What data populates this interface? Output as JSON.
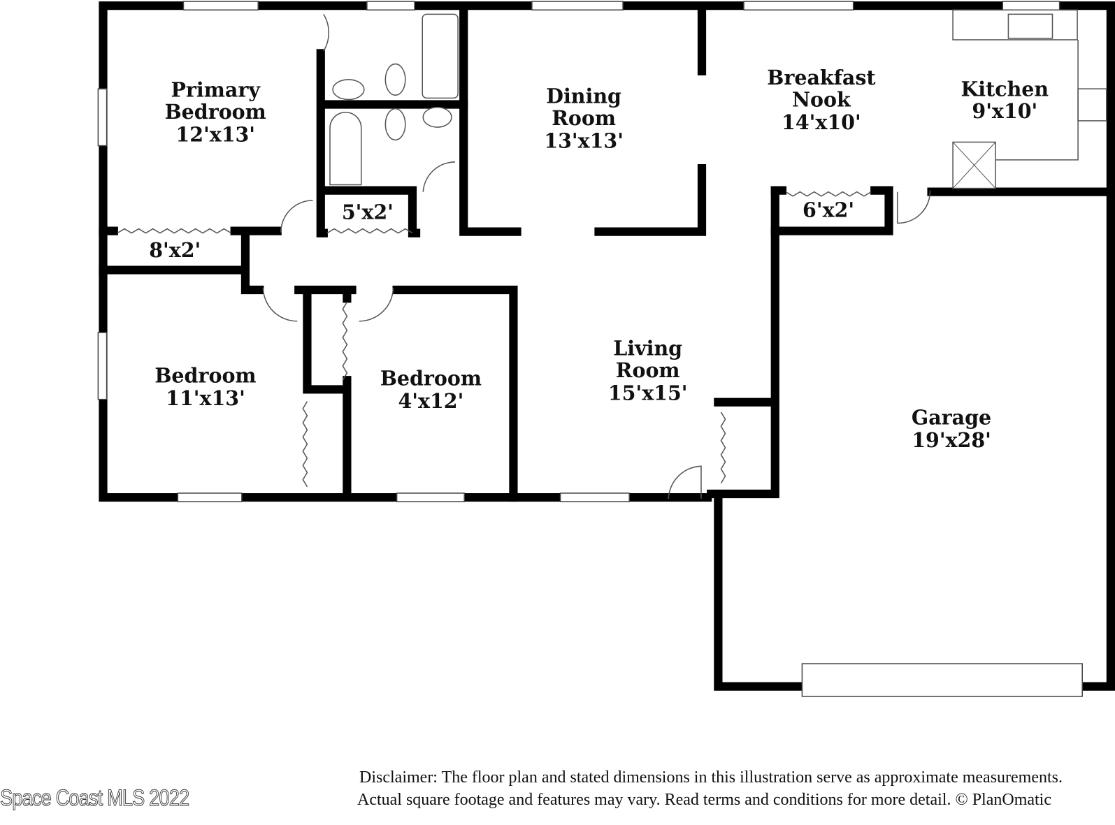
{
  "rooms": [
    {
      "id": "primary-bedroom",
      "name1": "Primary",
      "name2": "Bedroom",
      "dims": "12'x13'"
    },
    {
      "id": "dining-room",
      "name1": "Dining",
      "name2": "Room",
      "dims": "13'x13'"
    },
    {
      "id": "breakfast-nook",
      "name1": "Breakfast",
      "name2": "Nook",
      "dims": "14'x10'"
    },
    {
      "id": "kitchen",
      "name1": "Kitchen",
      "dims": "9'x10'"
    },
    {
      "id": "closet-primary",
      "dims": "8'x2'"
    },
    {
      "id": "closet-bath",
      "dims": "5'x2'"
    },
    {
      "id": "closet-nook",
      "dims": "6'x2'"
    },
    {
      "id": "bedroom-2",
      "name1": "Bedroom",
      "dims": "11'x13'"
    },
    {
      "id": "bedroom-3",
      "name1": "Bedroom",
      "dims": "4'x12'"
    },
    {
      "id": "living-room",
      "name1": "Living",
      "name2": "Room",
      "dims": "15'x15'"
    },
    {
      "id": "garage",
      "name1": "Garage",
      "dims": "19'x28'"
    }
  ],
  "disclaimer": {
    "line1": "Disclaimer: The floor plan and stated dimensions in this illustration serve as approximate measurements.",
    "line2": "Actual square footage and features may vary. Read terms and conditions for more detail. © PlanOmatic"
  },
  "watermark": "Space Coast MLS 2022"
}
